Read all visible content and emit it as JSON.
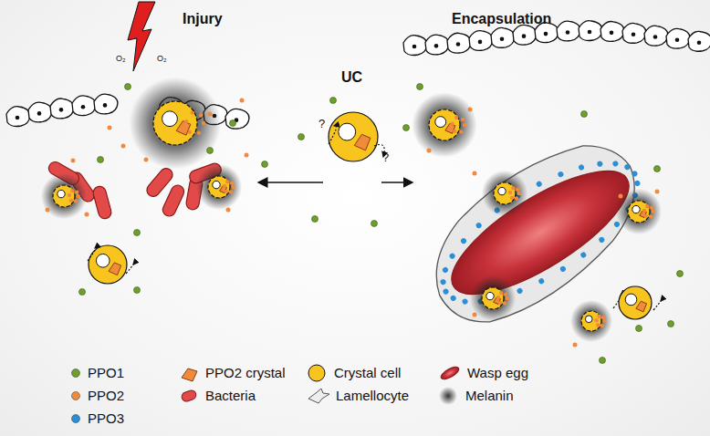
{
  "diagram": {
    "labels": [
      "Injury",
      "Encapsulation",
      "UC",
      "?",
      "?",
      "O₂",
      "O₂"
    ],
    "legend": [
      {
        "text": "PPO1",
        "color": "#6e9e2c"
      },
      {
        "text": "PPO2 crystal"
      },
      {
        "text": "Crystal cell"
      },
      {
        "text": "Wasp egg"
      },
      {
        "text": "PPO2",
        "color": "#f08a3c"
      },
      {
        "text": "Bacteria"
      },
      {
        "text": "Lamellocyte"
      },
      {
        "text": "Melanin",
        "color": "#333333"
      },
      {
        "text": "PPO3",
        "color": "#2b8fd6"
      }
    ]
  }
}
